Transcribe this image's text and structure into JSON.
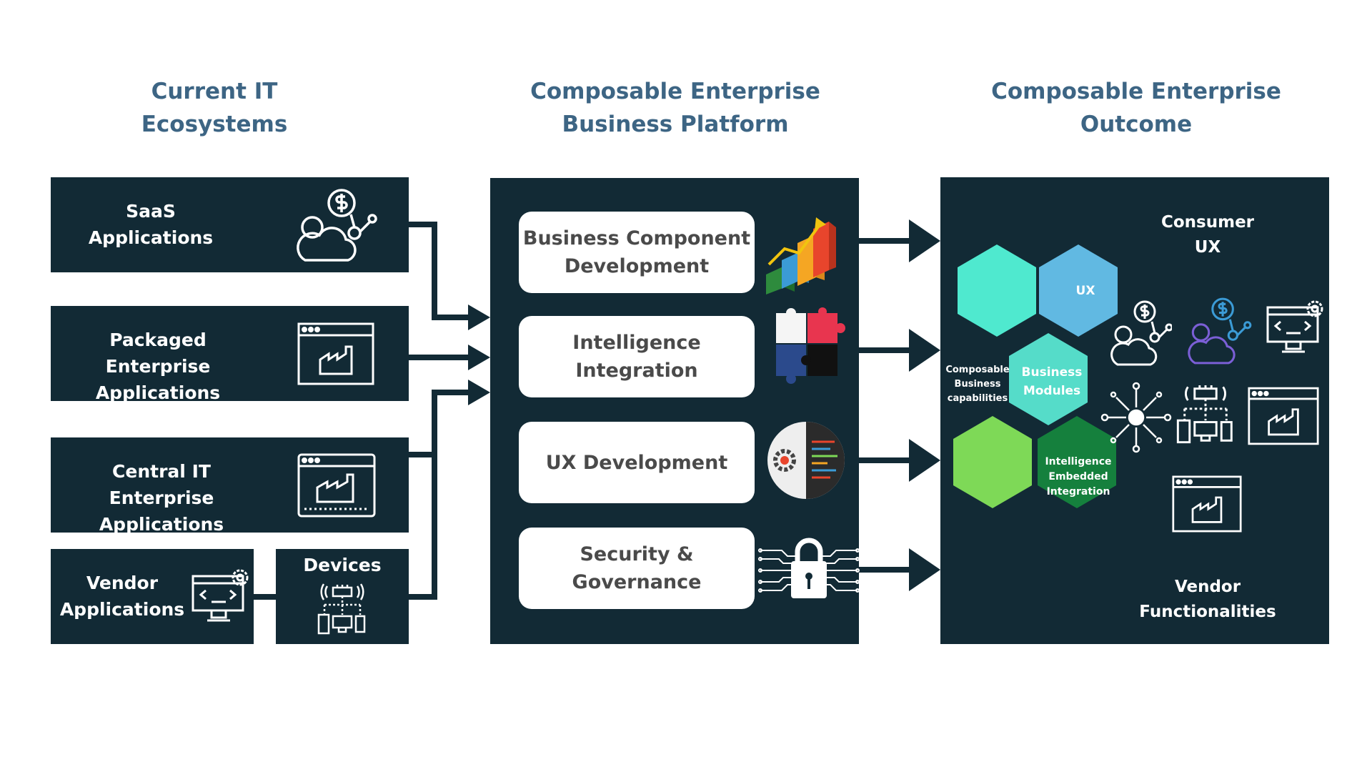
{
  "headings": {
    "current": "Current IT\nEcosystems",
    "platform": "Composable Enterprise\nBusiness Platform",
    "outcome": "Composable Enterprise\nOutcome"
  },
  "sources": {
    "saas": "SaaS\nApplications",
    "packaged": "Packaged Enterprise\nApplications",
    "central": "Central IT Enterprise\nApplications",
    "vendor": "Vendor\nApplications",
    "devices": "Devices"
  },
  "platform": {
    "items": [
      "Business Component\nDevelopment",
      "Intelligence\nIntegration",
      "UX Development",
      "Security &\nGovernance"
    ]
  },
  "outcome": {
    "consumer_ux": "Consumer\nUX",
    "hex_ux": "UX",
    "composable_caps": "Composable\nBusiness\ncapabilities",
    "business_modules": "Business\nModules",
    "intel_embedded": "Intelligence\nEmbedded\nIntegration",
    "vendor_func": "Vendor\nFunctionalities"
  },
  "colors": {
    "panel": "#122a35",
    "heading": "#3d6584",
    "hex_teal": "#4fe9cf",
    "hex_blue": "#61b9e2",
    "hex_mint": "#55dcc9",
    "hex_green": "#7ed957",
    "hex_dark_green": "#15803d"
  },
  "icons": [
    "finance-cloud-icon",
    "factory-window-icon",
    "factory-window-icon",
    "code-monitor-gear-icon",
    "devices-network-icon",
    "bar-chart-3d-icon",
    "puzzle-icon",
    "code-gear-icon",
    "circuit-lock-icon",
    "hub-network-icon"
  ]
}
